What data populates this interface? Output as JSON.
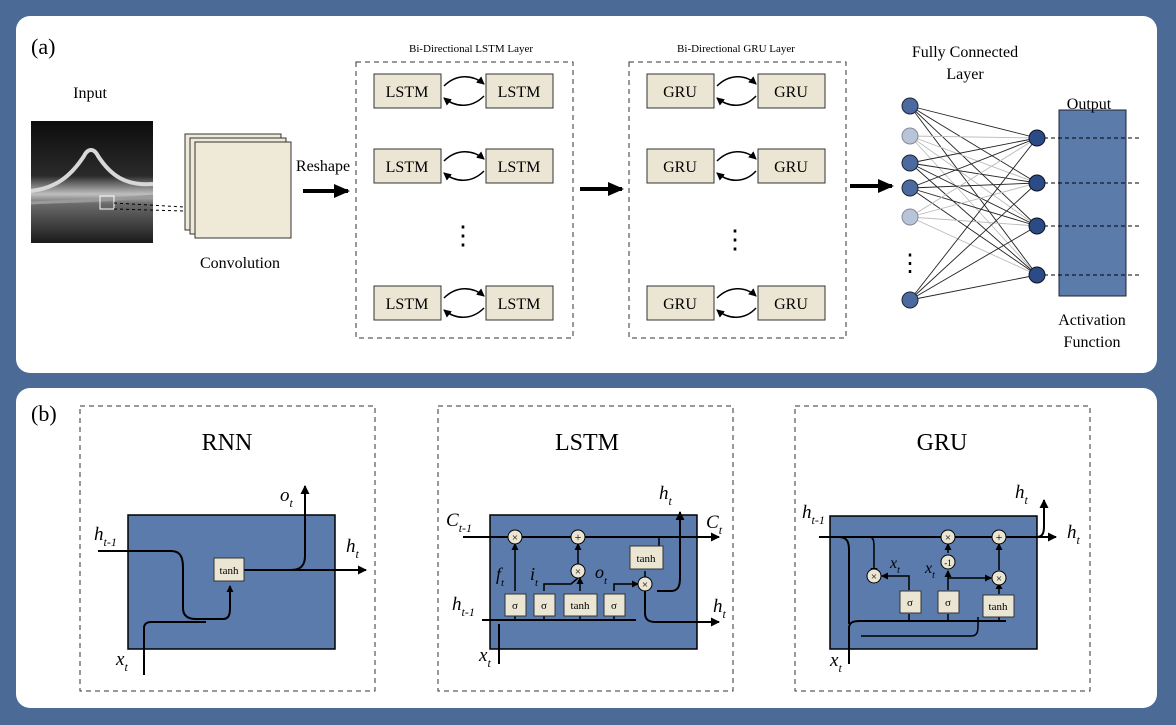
{
  "panel_a": {
    "label": "(a)",
    "input_label": "Input",
    "convolution_label": "Convolution",
    "reshape_label": "Reshape",
    "lstm_layer_title": "Bi-Directional LSTM Layer",
    "gru_layer_title": "Bi-Directional GRU Layer",
    "lstm_cell": "LSTM",
    "gru_cell": "GRU",
    "fc_title_line1": "Fully Connected",
    "fc_title_line2": "Layer",
    "output_label": "Output",
    "activation_line1": "Activation",
    "activation_line2": "Function",
    "ellipsis": "⋮"
  },
  "panel_b": {
    "label": "(b)",
    "rnn": {
      "title": "RNN",
      "h_prev": "h",
      "h_prev_sub": "t-1",
      "x": "x",
      "x_sub": "t",
      "o": "o",
      "o_sub": "t",
      "h": "h",
      "h_sub": "t",
      "tanh": "tanh"
    },
    "lstm": {
      "title": "LSTM",
      "c_prev": "C",
      "c_prev_sub": "t-1",
      "c": "C",
      "c_sub": "t",
      "h_top": "h",
      "h_top_sub": "t",
      "h_right": "h",
      "h_right_sub": "t",
      "h_prev": "h",
      "h_prev_sub": "t-1",
      "x": "x",
      "x_sub": "t",
      "f": "f",
      "f_sub": "t",
      "i": "i",
      "i_sub": "t",
      "o": "o",
      "o_sub": "t",
      "sigma": "σ",
      "tanh": "tanh",
      "times": "×",
      "plus": "+"
    },
    "gru": {
      "title": "GRU",
      "h_prev": "h",
      "h_prev_sub": "t-1",
      "h_top": "h",
      "h_top_sub": "t",
      "h_right": "h",
      "h_right_sub": "t",
      "x": "x",
      "x_sub": "t",
      "x_inner1": "x",
      "x_inner1_sub": "t",
      "x_inner2": "x",
      "x_inner2_sub": "t",
      "sigma": "σ",
      "tanh": "tanh",
      "minus_one": "-1",
      "times": "×",
      "plus": "+"
    }
  },
  "colors": {
    "frame_blue": "#4b6b96",
    "cell_blue": "#5a7bab",
    "box_beige": "#ebe5d3",
    "node_dark": "#2b4b86",
    "node_light": "#b8c4d8",
    "output_blue": "#5b7bab"
  }
}
